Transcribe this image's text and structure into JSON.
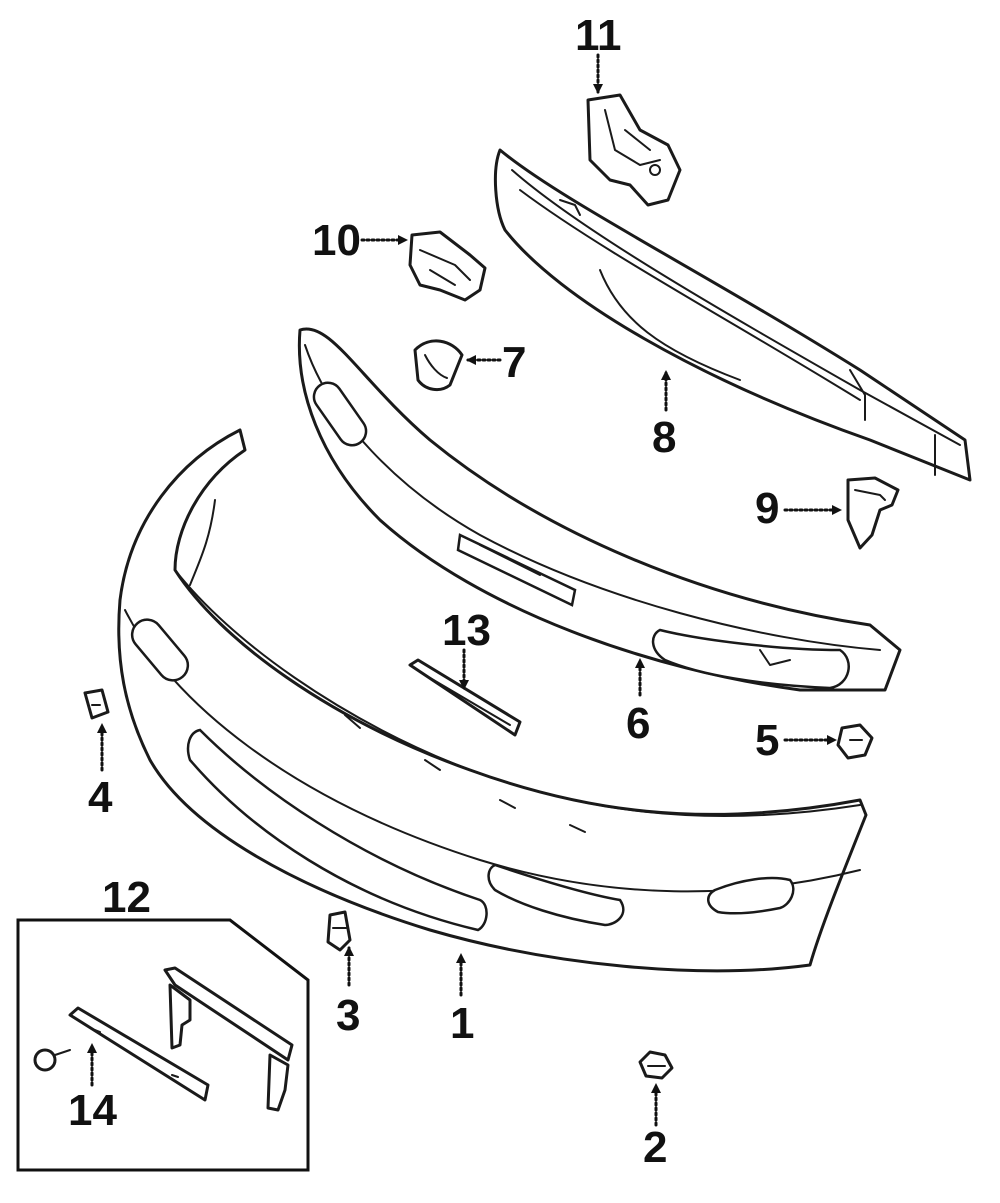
{
  "diagram": {
    "callouts": [
      {
        "id": "1",
        "label": "1"
      },
      {
        "id": "2",
        "label": "2"
      },
      {
        "id": "3",
        "label": "3"
      },
      {
        "id": "4",
        "label": "4"
      },
      {
        "id": "5",
        "label": "5"
      },
      {
        "id": "6",
        "label": "6"
      },
      {
        "id": "7",
        "label": "7"
      },
      {
        "id": "8",
        "label": "8"
      },
      {
        "id": "9",
        "label": "9"
      },
      {
        "id": "10",
        "label": "10"
      },
      {
        "id": "11",
        "label": "11"
      },
      {
        "id": "12",
        "label": "12"
      },
      {
        "id": "13",
        "label": "13"
      },
      {
        "id": "14",
        "label": "14"
      }
    ],
    "colors": {
      "line": "#1a1a1a",
      "background": "#ffffff"
    }
  }
}
